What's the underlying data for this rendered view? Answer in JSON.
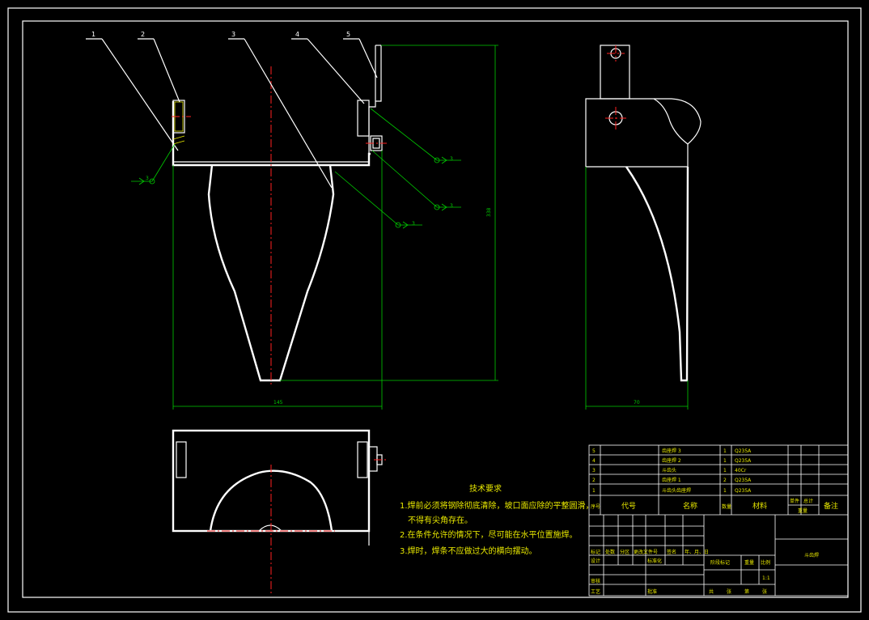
{
  "balloons": [
    "1",
    "2",
    "3",
    "4",
    "5"
  ],
  "dimensions": {
    "height_right": "338",
    "width_bottom": "145",
    "side_width": "70"
  },
  "weld_symbol_labels": [
    "3",
    "3",
    "3",
    "3"
  ],
  "notes": {
    "title": "技术要求",
    "lines": [
      "1.焊前必须将钢除彻底清除，坡口面应除的平整圆滑，",
      "不得有尖角存在。",
      "2.在条件允许的情况下，尽可能在水平位置施焊。",
      "3.焊时，焊条不应做过大的横向摆动。"
    ]
  },
  "bom": {
    "rows": [
      {
        "no": "5",
        "name": "齿座焊 3",
        "qty": "1",
        "material": "Q235A"
      },
      {
        "no": "4",
        "name": "齿座焊 2",
        "qty": "1",
        "material": "Q235A"
      },
      {
        "no": "3",
        "name": "斗齿头",
        "qty": "1",
        "material": "40Cr"
      },
      {
        "no": "2",
        "name": "齿座焊 1",
        "qty": "2",
        "material": "Q235A"
      },
      {
        "no": "1",
        "name": "斗齿头齿座焊",
        "qty": "1",
        "material": "Q235A"
      }
    ],
    "headers": {
      "no": "序号",
      "code": "代号",
      "name": "名称",
      "qty": "数量",
      "material": "材料",
      "single": "单件",
      "total": "总计",
      "weight": "重量",
      "remark": "备注"
    }
  },
  "title_block": {
    "drawing_name": "斗齿焊",
    "scale": "1:1",
    "labels": {
      "mark": "标记",
      "count": "处数",
      "zone": "分区",
      "change_doc": "更改文件号",
      "sign": "签名",
      "date": "年、月、日",
      "design": "设计",
      "standard": "标准化",
      "stage": "阶段标记",
      "weight": "重量",
      "ratio": "比例",
      "review": "审核",
      "process": "工艺",
      "approve": "批准",
      "sheets": "共",
      "sheet_unit": "张",
      "page": "第",
      "page_unit": "张"
    }
  },
  "colors": {
    "background": "#000000",
    "outline": "#ffffff",
    "dimension": "#00cc00",
    "centerline": "#ff2020",
    "text": "#e8e800"
  }
}
